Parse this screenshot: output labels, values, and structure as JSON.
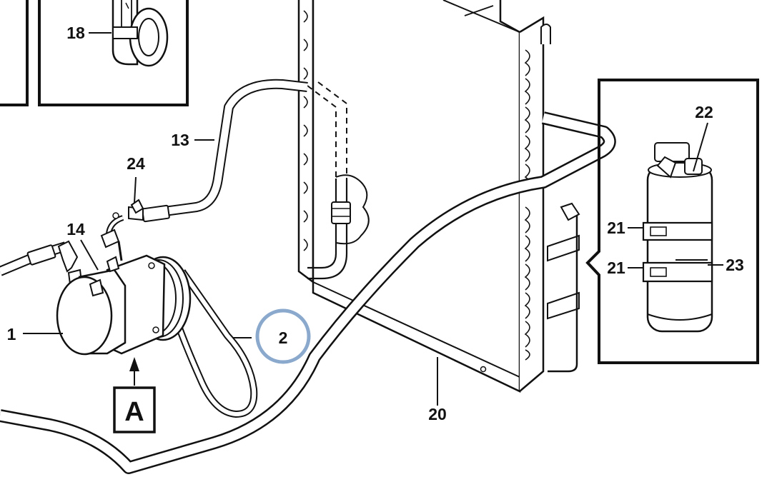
{
  "diagram": {
    "view_label": "A",
    "highlight_color": "#8aa9cc",
    "callouts": {
      "c1": "1",
      "c2": "2",
      "c13": "13",
      "c14": "14",
      "c18": "18",
      "c20": "20",
      "c21a": "21",
      "c21b": "21",
      "c22": "22",
      "c23": "23",
      "c24": "24"
    }
  }
}
